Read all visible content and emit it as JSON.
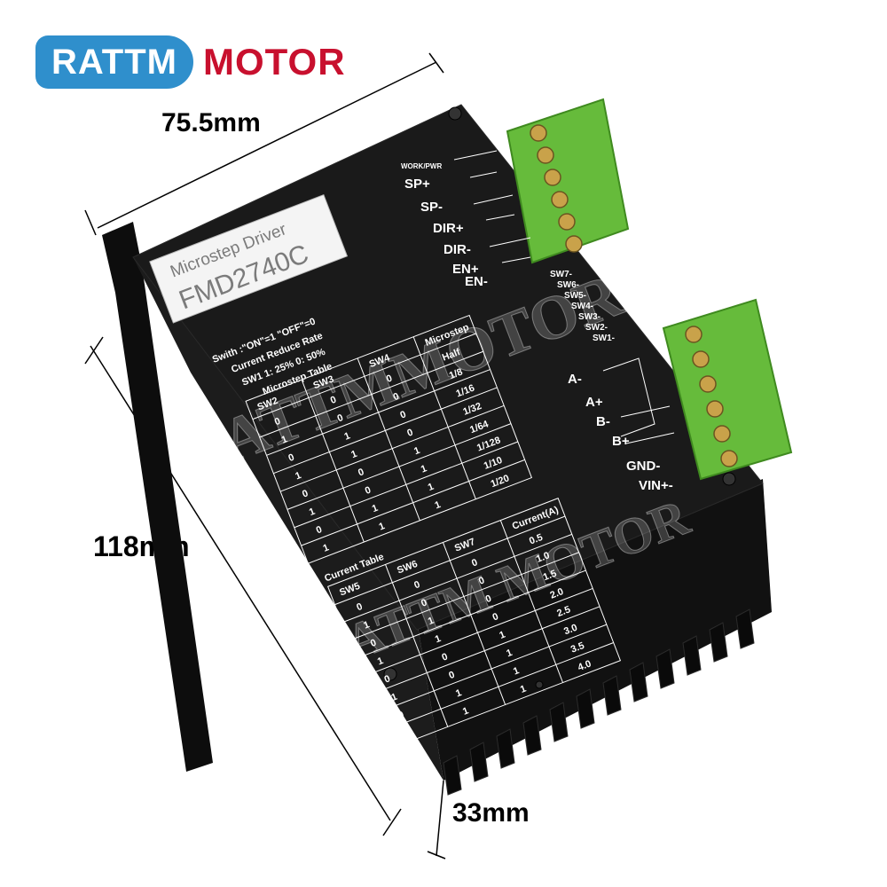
{
  "brand": {
    "left": "RATTM",
    "right": "MOTOR"
  },
  "dimensions": {
    "width": "75.5mm",
    "height": "118mm",
    "depth": "33mm"
  },
  "sticker": {
    "top": "Microstep Driver",
    "model": "FMD2740C"
  },
  "settings": {
    "switch_note": "Swith :\"ON\"=1 \"OFF\"=0",
    "reduce_title": "Current Reduce Rate",
    "reduce_line": "SW1   1: 25%   0: 50%",
    "micro_title": "Microstep Table"
  },
  "microstep_table": {
    "headers": [
      "SW2",
      "SW3",
      "SW4",
      "Microstep"
    ],
    "rows": [
      [
        "0",
        "0",
        "0",
        "Half"
      ],
      [
        "1",
        "0",
        "0",
        "1/8"
      ],
      [
        "0",
        "1",
        "0",
        "1/16"
      ],
      [
        "1",
        "1",
        "0",
        "1/32"
      ],
      [
        "0",
        "0",
        "1",
        "1/64"
      ],
      [
        "1",
        "0",
        "1",
        "1/128"
      ],
      [
        "0",
        "1",
        "1",
        "1/10"
      ],
      [
        "1",
        "1",
        "1",
        "1/20"
      ]
    ]
  },
  "current_table": {
    "title": "Current Table",
    "headers": [
      "SW5",
      "SW6",
      "SW7",
      "Current(A)"
    ],
    "rows": [
      [
        "0",
        "0",
        "0",
        "0.5"
      ],
      [
        "1",
        "0",
        "0",
        "1.0"
      ],
      [
        "0",
        "1",
        "0",
        "1.5"
      ],
      [
        "1",
        "1",
        "0",
        "2.0"
      ],
      [
        "0",
        "0",
        "1",
        "2.5"
      ],
      [
        "1",
        "0",
        "1",
        "3.0"
      ],
      [
        "0",
        "1",
        "1",
        "3.5"
      ],
      [
        "1",
        "1",
        "1",
        "4.0"
      ]
    ]
  },
  "signal_labels": [
    "WORK/PWR",
    "SP+",
    "SP-",
    "DIR+",
    "DIR-",
    "EN+",
    "EN-"
  ],
  "switch_labels": [
    "SW7-",
    "SW6-",
    "SW5-",
    "SW4-",
    "SW3-",
    "SW2-",
    "SW1-"
  ],
  "power_labels": [
    "A-",
    "A+",
    "B-",
    "B+",
    "GND-",
    "VIN+-"
  ],
  "watermark": {
    "upper": "RATTMMOTOR",
    "lower": "RATTM MOTOR"
  },
  "colors": {
    "brand_blue": "#2f8fcc",
    "brand_red": "#c8102e",
    "case_black": "#161616",
    "terminal_green": "#66bb3b",
    "terminal_screw": "#c9a24a"
  }
}
